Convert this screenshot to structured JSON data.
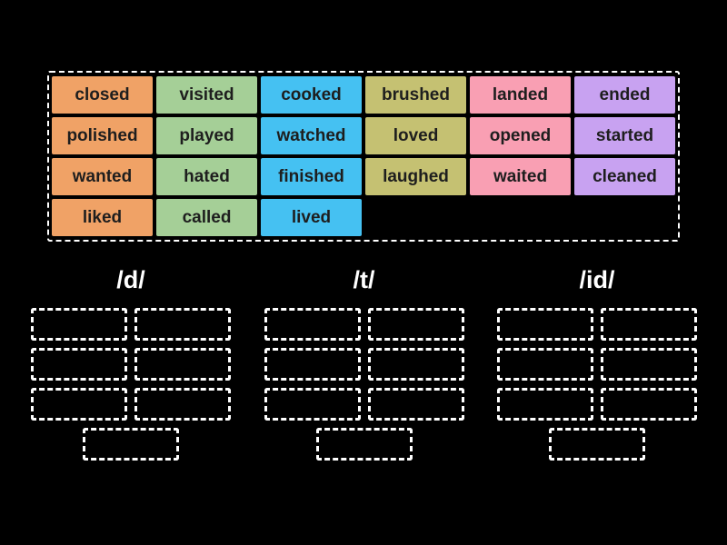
{
  "app": {
    "background": "#000000",
    "type": "group-sort-game"
  },
  "word_bank": {
    "tiles": [
      {
        "label": "closed",
        "color": "#f0a266"
      },
      {
        "label": "visited",
        "color": "#a5cf97"
      },
      {
        "label": "cooked",
        "color": "#45c1f2"
      },
      {
        "label": "brushed",
        "color": "#c5c172"
      },
      {
        "label": "landed",
        "color": "#f99fb3"
      },
      {
        "label": "ended",
        "color": "#c8a2f1"
      },
      {
        "label": "polished",
        "color": "#f0a266"
      },
      {
        "label": "played",
        "color": "#a5cf97"
      },
      {
        "label": "watched",
        "color": "#45c1f2"
      },
      {
        "label": "loved",
        "color": "#c5c172"
      },
      {
        "label": "opened",
        "color": "#f99fb3"
      },
      {
        "label": "started",
        "color": "#c8a2f1"
      },
      {
        "label": "wanted",
        "color": "#f0a266"
      },
      {
        "label": "hated",
        "color": "#a5cf97"
      },
      {
        "label": "finished",
        "color": "#45c1f2"
      },
      {
        "label": "laughed",
        "color": "#c5c172"
      },
      {
        "label": "waited",
        "color": "#f99fb3"
      },
      {
        "label": "cleaned",
        "color": "#c8a2f1"
      },
      {
        "label": "liked",
        "color": "#f0a266"
      },
      {
        "label": "called",
        "color": "#a5cf97"
      },
      {
        "label": "lived",
        "color": "#45c1f2"
      }
    ]
  },
  "groups": [
    {
      "label": "/d/",
      "empty_slots": 7
    },
    {
      "label": "/t/",
      "empty_slots": 7
    },
    {
      "label": "/id/",
      "empty_slots": 7
    }
  ],
  "colors": {
    "background": "#000000",
    "dashed_border": "#ffffff",
    "tile_text": "#1e1e1e",
    "header_text": "#ffffff"
  }
}
